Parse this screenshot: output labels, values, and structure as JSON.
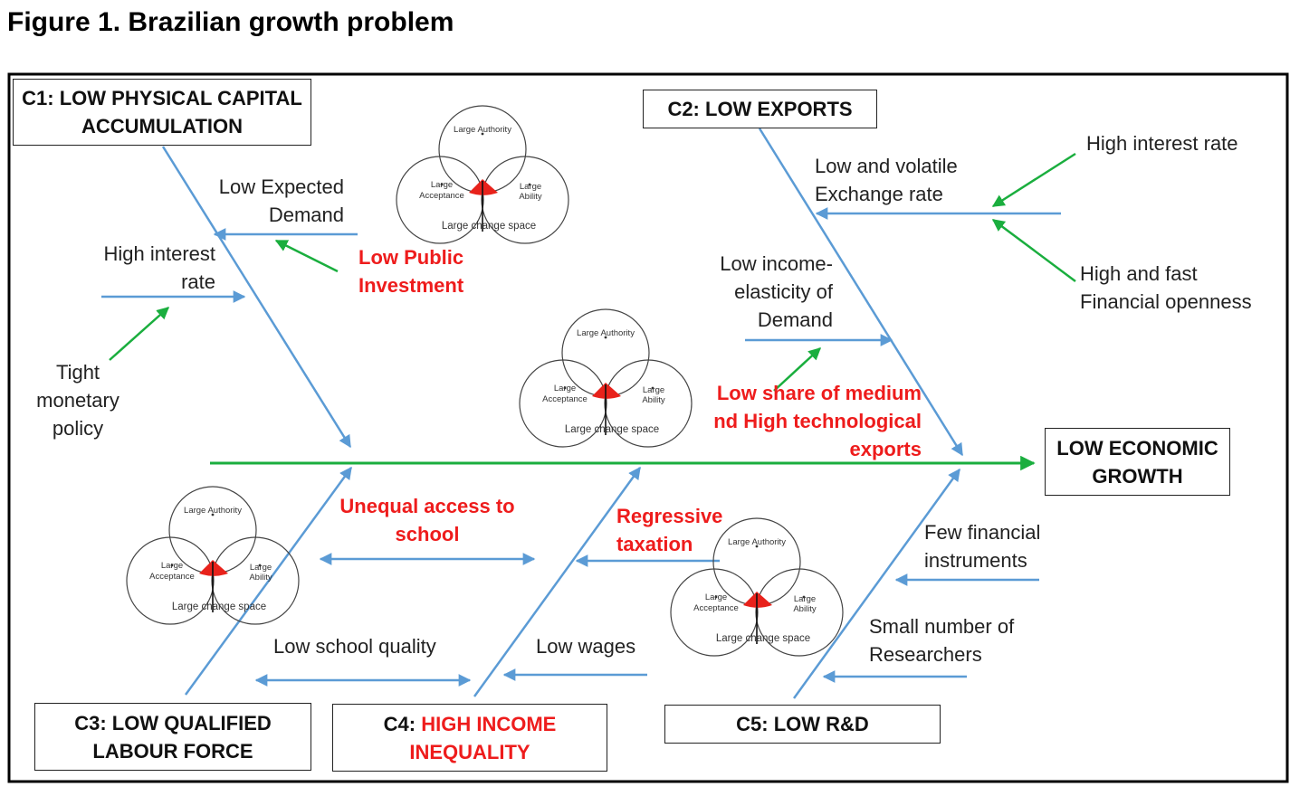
{
  "figure_title": "Figure 1. Brazilian growth problem",
  "effect": {
    "line1": "LOW ECONOMIC",
    "line2": "GROWTH"
  },
  "causes": {
    "c1": {
      "line1": "C1: LOW PHYSICAL CAPITAL",
      "line2": "ACCUMULATION"
    },
    "c2": {
      "label": "C2: LOW EXPORTS"
    },
    "c3": {
      "line1": "C3: LOW QUALIFIED",
      "line2": "LABOUR FORCE"
    },
    "c4": {
      "prefix": "C4: ",
      "line1": "HIGH INCOME",
      "line2": "INEQUALITY"
    },
    "c5": {
      "label": "C5: LOW R&D"
    }
  },
  "subcauses": {
    "low_expected_demand": [
      "Low Expected",
      "Demand"
    ],
    "high_interest_rate_c1": [
      "High interest",
      "rate"
    ],
    "tight_monetary_policy": [
      "Tight",
      "monetary",
      "policy"
    ],
    "low_public_investment": [
      "Low Public",
      "Investment"
    ],
    "low_volatile_exchange": [
      "Low and volatile",
      "Exchange rate"
    ],
    "high_interest_rate_c2": "High interest rate",
    "high_fast_openness": [
      "High and fast",
      "Financial openness"
    ],
    "low_income_elasticity": [
      "Low income-",
      "elasticity of",
      "Demand"
    ],
    "low_share_exports": [
      "Low share of medium",
      "nd High technological",
      "exports"
    ],
    "unequal_access": [
      "Unequal access to",
      "school"
    ],
    "regressive_taxation": [
      "Regressive",
      "taxation"
    ],
    "low_school_quality": "Low school quality",
    "low_wages": "Low wages",
    "few_financial": [
      "Few financial",
      "instruments"
    ],
    "small_researchers": [
      "Small number of",
      "Researchers"
    ]
  },
  "venn": {
    "authority": "Large Authority",
    "acceptance": [
      "Large",
      "Acceptance"
    ],
    "ability": [
      "Large",
      "Ability"
    ],
    "space": "Large change space"
  },
  "colors": {
    "arrow_blue": "#5b9bd5",
    "arrow_green": "#1aae3e",
    "highlight_red": "#ee1c1c",
    "venn_core": "#e8221b"
  }
}
